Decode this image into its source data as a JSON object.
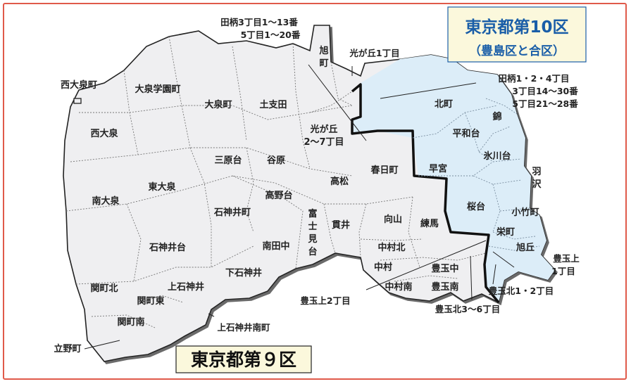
{
  "district10": {
    "title": "東京都第10区",
    "subtitle": "（豊島区と合区）"
  },
  "district9": {
    "title": "東京都第９区"
  },
  "labels": {
    "nishi_oizumi_machi": "西大泉町",
    "oizumi_gakuen": "大泉学園町",
    "oizumi_machi": "大泉町",
    "doshida": "土支田",
    "nishi_oizumi": "西大泉",
    "minami_oizumi": "南大泉",
    "higashi_oizumi": "東大泉",
    "miharadai": "三原台",
    "yahara": "谷原",
    "takanodai": "高野台",
    "shakujii_machi": "石神井町",
    "shakujiidai": "石神井台",
    "minami_tanaka": "南田中",
    "shimo_shakujii": "下石神井",
    "kami_shakujii": "上石神井",
    "sekimachi_kita": "関町北",
    "sekimachi_higashi": "関町東",
    "sekimachi_minami": "関町南",
    "tatenomachi": "立野町",
    "kami_shakujii_minami": "上石神井南町",
    "fujimidai_1": "富",
    "fujimidai_2": "士",
    "fujimidai_3": "見",
    "fujimidai_4": "台",
    "nukui": "貫井",
    "takamatsu": "高松",
    "kasugacho": "春日町",
    "mukoyama": "向山",
    "nerima": "練馬",
    "nakamura_kita": "中村北",
    "nakamura": "中村",
    "nakamura_minami": "中村南",
    "toyotama_naka": "豊玉中",
    "toyotama_minami": "豊玉南",
    "hikarigaoka_27_a": "光が丘",
    "hikarigaoka_27_b": "2～7丁目",
    "kitamachi": "北町",
    "nishiki": "錦",
    "heiwadai": "平和台",
    "hikawadai": "氷川台",
    "hayamiya": "早宮",
    "sakuradai": "桜台",
    "kotakecho": "小竹町",
    "sakaecho": "栄町",
    "asahigaoka": "旭丘",
    "hazawa_1": "羽",
    "hazawa_2": "沢",
    "asahicho_1": "旭",
    "asahicho_2": "町"
  },
  "annotations": {
    "tagara_top_1": "田柄3丁目1～13番",
    "tagara_top_2": "5丁目1～20番",
    "hikarigaoka_1": "光が丘1丁目",
    "tagara_right_1": "田柄1・2・4丁目",
    "tagara_right_2": "3丁目14～30番",
    "tagara_right_3": "5丁目21～28番",
    "toyotama_kami_1": "豊玉上",
    "toyotama_kami_2": "1丁目",
    "toyotama_kita_12": "豊玉北1・2丁目",
    "toyotama_kami_2chome": "豊玉上2丁目",
    "toyotama_kita_36": "豊玉北3～6丁目"
  },
  "colors": {
    "district9_fill": "#efeff1",
    "district10_fill": "#dcedf8",
    "boundary": "#111111",
    "frame": "#e05a4a",
    "title10_color": "#1a5ea8",
    "box10_bg": "#fbf8dc",
    "box9_bg": "#fbf8dc"
  }
}
